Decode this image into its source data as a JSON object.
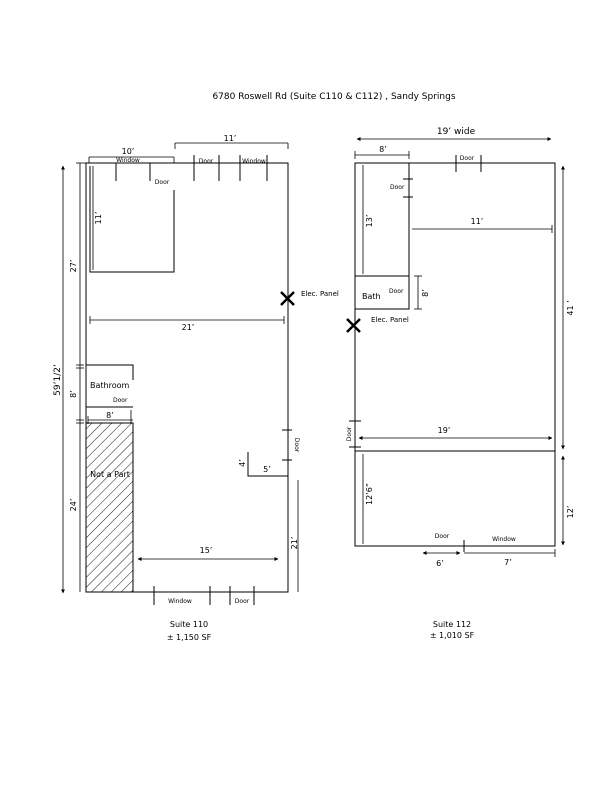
{
  "title": "6780 Roswell Rd (Suite C110 & C112) , Sandy Springs",
  "suite110": {
    "name": "Suite 110",
    "area": "± 1,150 SF",
    "dim_10": "10’",
    "dim_11_top": "11’",
    "window_top": "Window",
    "door_top": "Door",
    "window_top_right": "Window",
    "door_inner": "Door",
    "dim_11_vert": "11’",
    "dim_27": "27’",
    "dim_total": "59’1/2’",
    "elec_panel": "Elec. Panel",
    "dim_21": "21’",
    "bathroom": "Bathroom",
    "dim_8_vert": "8’",
    "door_bath": "Door",
    "dim_8": "8’",
    "not_a_part": "Not a Part",
    "dim_24": "24’",
    "door_side": "Door",
    "dim_4": "4’",
    "dim_5": "5’",
    "dim_15": "15’",
    "dim_21_vert": "21’",
    "window_bottom": "Window",
    "door_bottom": "Door"
  },
  "suite112": {
    "name": "Suite 112",
    "area": "± 1,010 SF",
    "dim_19_wide": "19’ wide",
    "dim_8": "8’",
    "door_top": "Door",
    "door_room": "Door",
    "dim_13": "13’",
    "dim_11": "11’",
    "dim_41": "41 ’",
    "bath": "Bath",
    "door_bath": "Door",
    "dim_8_bath": "8’",
    "elec_panel": "Elec. Panel",
    "door_left": "Door",
    "dim_19": "19’",
    "dim_12_6": "12’6”",
    "dim_12": "12’",
    "door_bottom": "Door",
    "window_bottom": "Window",
    "dim_6": "6’",
    "dim_7": "7’"
  }
}
